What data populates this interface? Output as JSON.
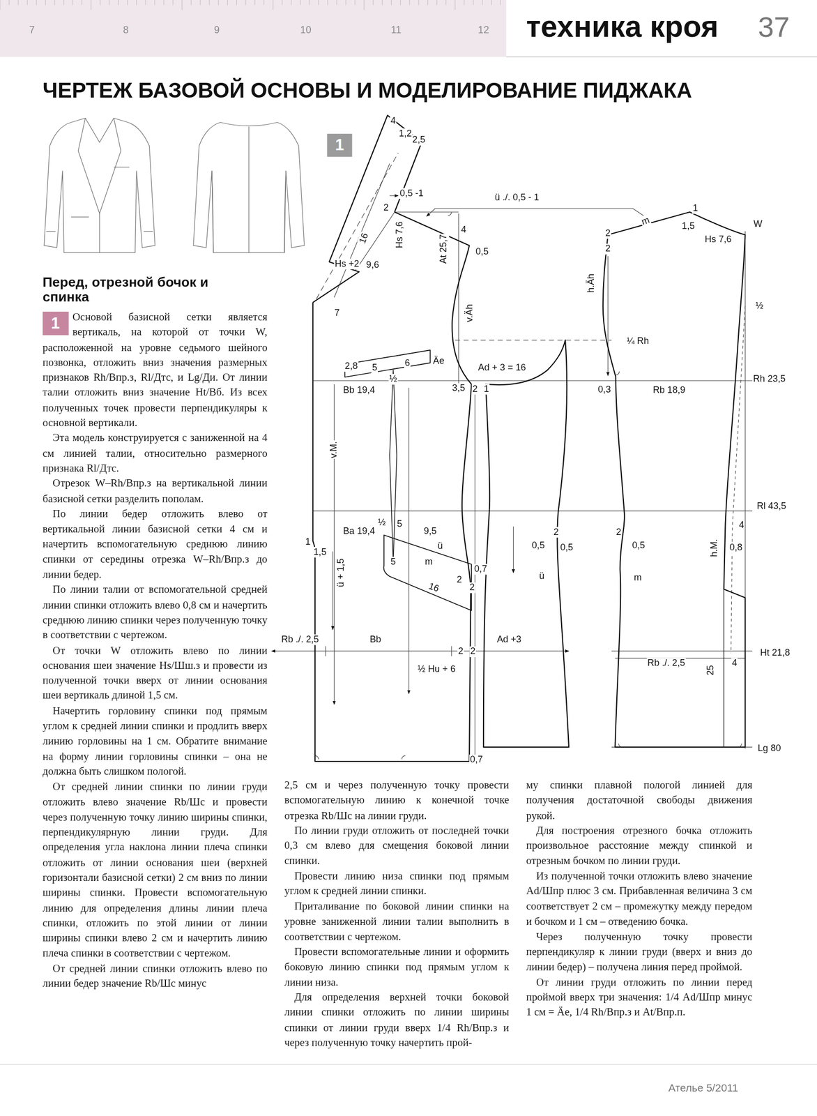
{
  "diagram": {
    "title": "ЧЕРТЕЖ БАЗОВОЙ ОСНОВЫ И МОДЕЛИРОВАНИЕ ПИДЖАКА",
    "nodes": [
      {
        "text": [
          "1"
        ]
      },
      {
        "text": [
          "1"
        ]
      }
    ],
    "labels": [
      "7",
      "8",
      "9",
      "10",
      "11",
      "12",
      "техника кроя",
      "37",
      "Перед, отрезной бочок и спинка",
      "Основой базисной сетки является вертикаль, на которой от точки W, расположенной на уровне седьмого шейного позвонка, отложить вниз значения размерных признаков Rh/Впр.з, Rl/Дтс, и Lg/Ди. От линии талии отложить вниз значение Ht/Вб. Из всех полученных точек провести перпендикуляры к основной вертикали.",
      "Эта модель конструируется с заниженной на 4 см линией талии, относительно размерного признака Rl/Дтс.",
      "Отрезок W–Rh/Впр.з на вертикальной линии базисной сетки разделить пополам.",
      "По линии бедер отложить влево от вертикальной линии базисной сетки 4 см и начертить вспомогательную среднюю линию спинки от середины отрезка W–Rh/Впр.з до линии бедер.",
      "По линии талии от вспомогательной средней линии спинки отложить влево 0,8 см и начертить среднюю линию спинки через полученную точку в соответствии с чертежом.",
      "От точки W отложить влево по линии основания шеи значение Hs/Шш.з и провести из полученной точки вверх от линии основания шеи вертикаль длиной 1,5 см.",
      "Начертить горловину спинки под прямым углом к средней линии спинки и продлить вверх линию горловины на 1 см. Обратите внимание на форму линии горловины спинки – она не должна быть слишком пологой.",
      "От средней линии спинки по линии груди отложить влево значение Rb/Шс и провести через полученную точку линию ширины спинки, перпендикулярную линии груди. Для определения угла наклона линии плеча спинки отложить от линии основания шеи (верхней горизонтали базисной сетки) 2 см вниз по линии ширины спинки. Провести вспомогательную линию для определения длины линии плеча спинки, отложить по этой линии от линии ширины спинки влево 2 см и начертить линию плеча спинки в соответствии с чертежом.",
      "От средней линии спинки отложить влево по линии бедер значение Rb/Шс минус",
      "2,5 см и через полученную точку провести вспомогательную линию к конечной точке отрезка Rb/Шс на линии груди.",
      "По линии груди отложить от последней точки 0,3 см влево для смещения боковой линии спинки.",
      "Провести линию низа спинки под прямым углом к средней линии спинки.",
      "Приталивание по боковой линии спинки на уровне заниженной линии талии выполнить в соответствии с чертежом.",
      "Провести вспомогательные линии и оформить боковую линию спинки под прямым углом к линии низа.",
      "Для определения верхней точки боковой линии спинки отложить по линии ширины спинки от линии груди вверх 1/4 Rh/Впр.з и через полученную точку начертить прой-",
      "му спинки плавной пологой линией для получения достаточной свободы движения рукой.",
      "Для построения отрезного бочка отложить произвольное расстояние между спинкой и отрезным бочком по линии груди.",
      "Из полученной точки отложить влево значение Ad/Шпр плюс 3 см. Прибавленная величина 3 см соответствует 2 см – промежутку между передом и бочком и 1 см – отведению бочка.",
      "Через полученную точку провести перпендикуляр к линии груди (вверх и вниз до линии бедер) – получена линия перед проймой.",
      "От линии груди отложить по линии перед проймой вверх три значения: 1/4 Ad/Шпр минус 1 см = Äe, 1/4 Rh/Впр.з и At/Впр.п.",
      "4",
      "1,2",
      "2,5",
      "0,5 -1",
      "2",
      "16",
      "Hs 7,6",
      "Hs +2",
      "9,6",
      "4",
      "At 25,7",
      "0,5",
      "v.Äh",
      "7",
      "ü ./. 0,5 - 1",
      "m",
      "1",
      "1,5",
      "Hs 7,6",
      "W",
      "2",
      "2",
      "h.Äh",
      "½",
      "¼ Rh",
      "2,8",
      "5",
      "6",
      "Äe",
      "Ad + 3 = 16",
      "½",
      "Bb 19,4",
      "3,5",
      "2",
      "1",
      "0,3",
      "Rb 18,9",
      "Rh 23,5",
      "v.M.",
      "Rl 43,5",
      "Ba 19,4",
      "½",
      "5",
      "9,5",
      "ü",
      "m",
      "5",
      "16",
      "0,7",
      "2",
      "2",
      "1",
      "1,5",
      "ü + 1,5",
      "0,5",
      "2",
      "0,5",
      "2",
      "0,5",
      "ü",
      "m",
      "4",
      "0,8",
      "h.M.",
      "Rb ./. 2,5",
      "Bb",
      "Ad +3",
      "2",
      "2",
      "½ Hu + 6",
      "Rb ./. 2,5",
      "25",
      "4",
      "Ht 21,8",
      "0,7",
      "Lg 80",
      "Ателье 5/2011"
    ]
  }
}
